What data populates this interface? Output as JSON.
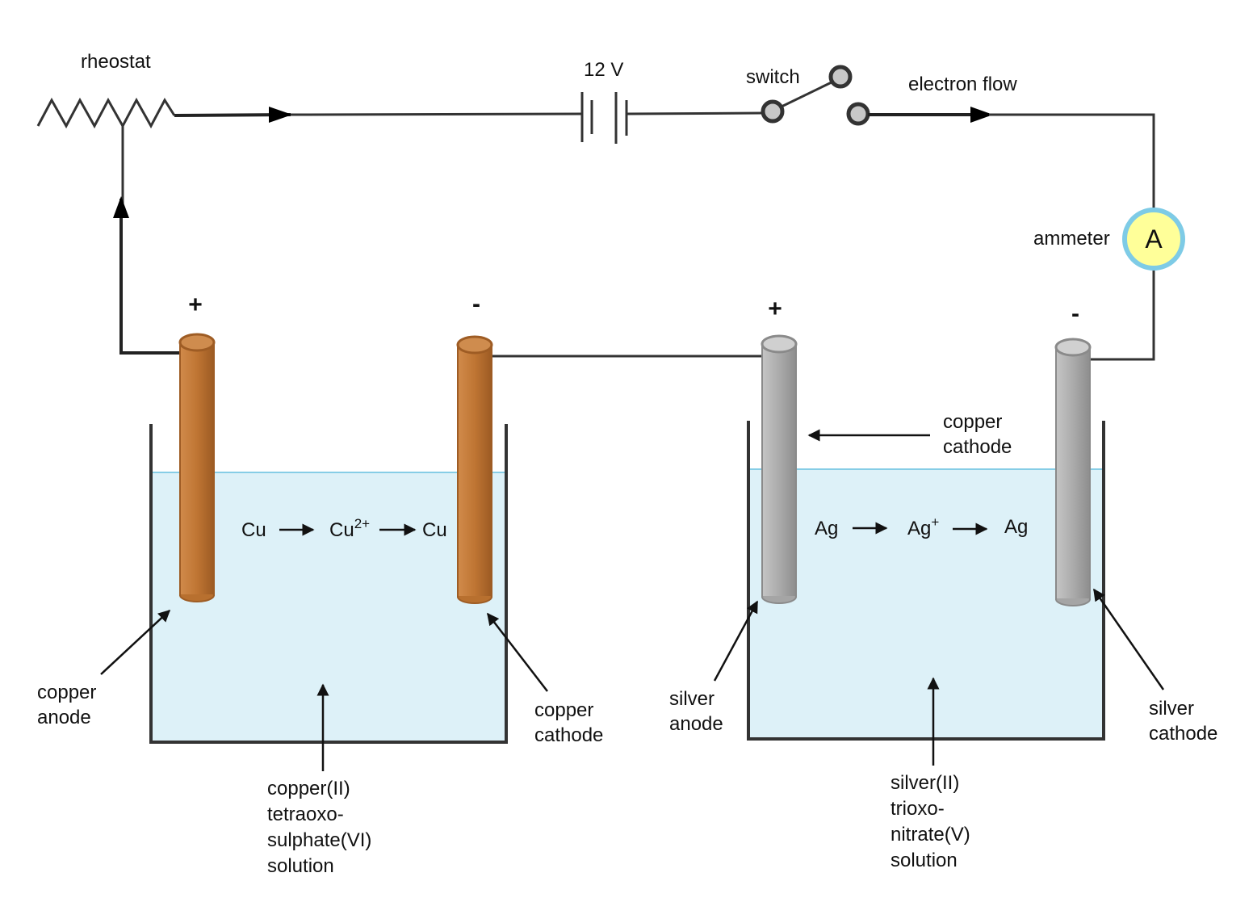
{
  "title": "Electrolysis of copper and silver cells in series",
  "components": {
    "rheostat": {
      "label": "rheostat"
    },
    "battery": {
      "label": "12 V"
    },
    "switch": {
      "label": "switch"
    },
    "electron_flow": {
      "label": "electron flow"
    },
    "ammeter": {
      "label": "ammeter",
      "symbol": "A"
    }
  },
  "colors": {
    "solution": "#ddf1f8",
    "solution_surface": "#86cde6",
    "copper": "#b8702f",
    "silver": "#a9a9a9",
    "ammeter_fill": "#ffff99",
    "ammeter_ring": "#7ecbe6",
    "wire": "#333333"
  },
  "cells": [
    {
      "name": "copper-cell",
      "anode_sign": "+",
      "cathode_sign": "-",
      "reaction": {
        "left": "Cu",
        "middle": "Cu",
        "middle_sup": "2+",
        "right": "Cu"
      },
      "anode_label": [
        "copper",
        "anode"
      ],
      "cathode_label": [
        "copper",
        "cathode"
      ],
      "solution_label": [
        "copper(II)",
        "tetraoxo-",
        "sulphate(VI)",
        "solution"
      ]
    },
    {
      "name": "silver-cell",
      "anode_sign": "+",
      "cathode_sign": "-",
      "reaction": {
        "left": "Ag",
        "middle": "Ag",
        "middle_sup": "+",
        "right": "Ag"
      },
      "anode_label": [
        "silver",
        "anode"
      ],
      "cathode_label": [
        "silver",
        "cathode"
      ],
      "solution_label": [
        "silver(II)",
        "trioxo-",
        "nitrate(V)",
        "solution"
      ],
      "extra_label": [
        "copper",
        "cathode"
      ]
    }
  ]
}
